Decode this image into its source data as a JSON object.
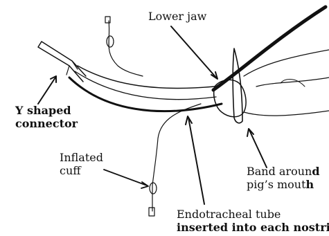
{
  "labels": {
    "lower_jaw": "Lower jaw",
    "y_connector": {
      "line1_bold": "Y",
      "line1_rest": " shaped",
      "line2": "connector"
    },
    "inflated_cuff": {
      "line1": "Inflated",
      "line2": "cuff"
    },
    "band": {
      "line1_a": "Band aroun",
      "line1_b": "d",
      "line2_a": "pig’s mout",
      "line2_b": "h"
    },
    "tube": {
      "line1": "Endotracheal tube",
      "line2": "inserted into each nostril"
    }
  },
  "colors": {
    "ink": "#111111",
    "background": "#ffffff"
  }
}
